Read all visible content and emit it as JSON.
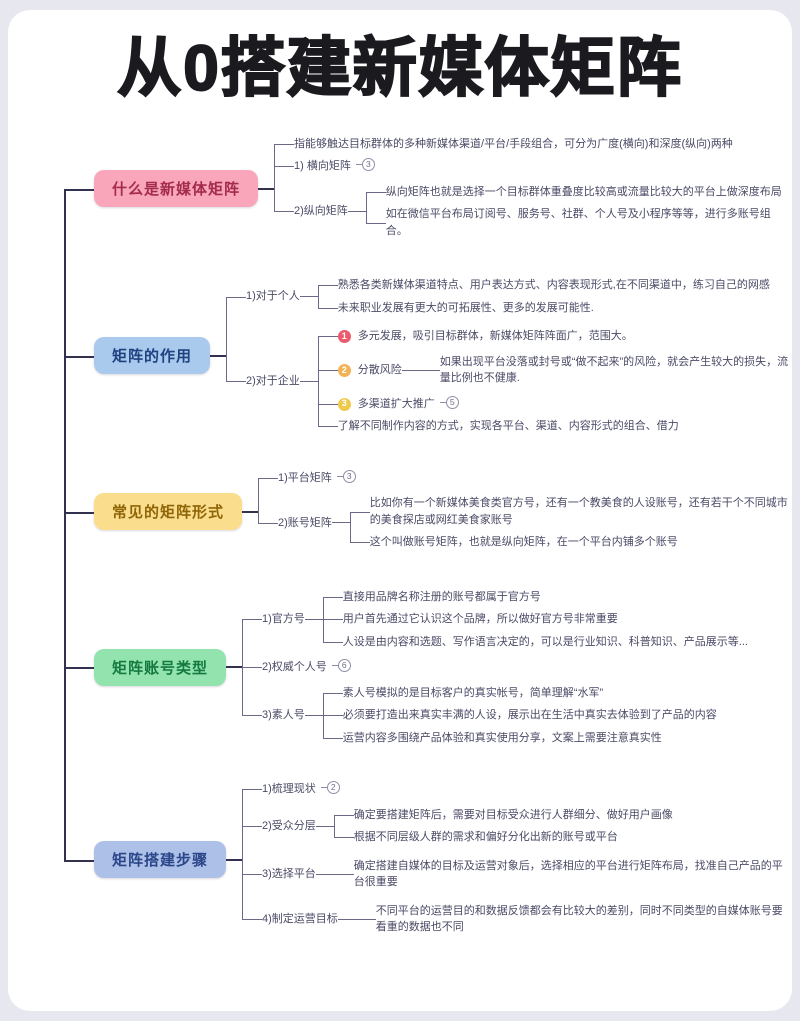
{
  "page": {
    "title": "从0搭建新媒体矩阵"
  },
  "badge_colors": {
    "n1": "#ec5a6d",
    "n2": "#f2b357",
    "n3": "#efc94c"
  },
  "mindmap": {
    "branches": [
      {
        "label": "什么是新媒体矩阵",
        "color": {
          "bg": "#f9a6ba",
          "text": "#a32b4b"
        },
        "children": [
          {
            "text": "指能够触达目标群体的多种新媒体渠道/平台/手段组合，可分为广度(横向)和深度(纵向)两种"
          },
          {
            "text": "1) 横向矩阵",
            "circle": "3"
          },
          {
            "text": "2)纵向矩阵",
            "children": [
              {
                "text": "纵向矩阵也就是选择一个目标群体重叠度比较高或流量比较大的平台上做深度布局"
              },
              {
                "text": "如在微信平台布局订阅号、服务号、社群、个人号及小程序等等，进行多账号组合。"
              }
            ]
          }
        ]
      },
      {
        "label": "矩阵的作用",
        "color": {
          "bg": "#a9c9ed",
          "text": "#1f4280"
        },
        "children": [
          {
            "text": "1)对于个人",
            "children": [
              {
                "text": "熟悉各类新媒体渠道特点、用户表达方式、内容表现形式,在不同渠道中，练习自己的网感"
              },
              {
                "text": "未来职业发展有更大的可拓展性、更多的发展可能性."
              }
            ]
          },
          {
            "text": "2)对于企业",
            "children": [
              {
                "text": "多元发展，吸引目标群体，新媒体矩阵阵面广，范围大。",
                "num": "1"
              },
              {
                "text": "分散风险",
                "num": "2",
                "children": [
                  {
                    "text": "如果出现平台没落或封号或“做不起来”的风险，就会产生较大的损失，流量比例也不健康."
                  }
                ]
              },
              {
                "text": "多渠道扩大推广",
                "num": "3",
                "circle": "5"
              },
              {
                "text": "了解不同制作内容的方式，实现各平台、渠道、内容形式的组合、借力"
              }
            ]
          }
        ]
      },
      {
        "label": "常见的矩阵形式",
        "color": {
          "bg": "#fade8d",
          "text": "#8f6508"
        },
        "children": [
          {
            "text": "1)平台矩阵",
            "circle": "3"
          },
          {
            "text": "2)账号矩阵",
            "children": [
              {
                "text": "比如你有一个新媒体美食类官方号，还有一个教美食的人设账号，还有若干个不同城市的美食探店或网红美食家账号"
              },
              {
                "text": "这个叫做账号矩阵，也就是纵向矩阵，在一个平台内铺多个账号"
              }
            ]
          }
        ]
      },
      {
        "label": "矩阵账号类型",
        "color": {
          "bg": "#93e3ae",
          "text": "#157a40"
        },
        "children": [
          {
            "text": "1)官方号",
            "children": [
              {
                "text": "直接用品牌名称注册的账号都属于官方号"
              },
              {
                "text": "用户首先通过它认识这个品牌，所以做好官方号非常重要"
              },
              {
                "text": "人设是由内容和选题、写作语言决定的，可以是行业知识、科普知识、产品展示等..."
              }
            ]
          },
          {
            "text": "2)权威个人号",
            "circle": "6"
          },
          {
            "text": "3)素人号",
            "children": [
              {
                "text": "素人号模拟的是目标客户的真实帐号，简单理解“水军”"
              },
              {
                "text": "必须要打造出来真实丰满的人设，展示出在生活中真实去体验到了产品的内容"
              },
              {
                "text": "运营内容多围绕产品体验和真实使用分享，文案上需要注意真实性"
              }
            ]
          }
        ]
      },
      {
        "label": "矩阵搭建步骤",
        "color": {
          "bg": "#acc0e8",
          "text": "#2b4689"
        },
        "children": [
          {
            "text": "1)梳理现状",
            "circle": "2"
          },
          {
            "text": "2)受众分层",
            "children": [
              {
                "text": "确定要搭建矩阵后，需要对目标受众进行人群细分、做好用户画像"
              },
              {
                "text": "根据不同层级人群的需求和偏好分化出新的账号或平台"
              }
            ]
          },
          {
            "text": "3)选择平台",
            "children": [
              {
                "text": "确定搭建自媒体的目标及运营对象后，选择相应的平台进行矩阵布局，找准自己产品的平台很重要"
              }
            ]
          },
          {
            "text": "4)制定运营目标",
            "children": [
              {
                "text": "不同平台的运营目的和数据反馈都会有比较大的差别，同时不同类型的自媒体账号要看重的数据也不同"
              }
            ]
          }
        ]
      }
    ]
  }
}
